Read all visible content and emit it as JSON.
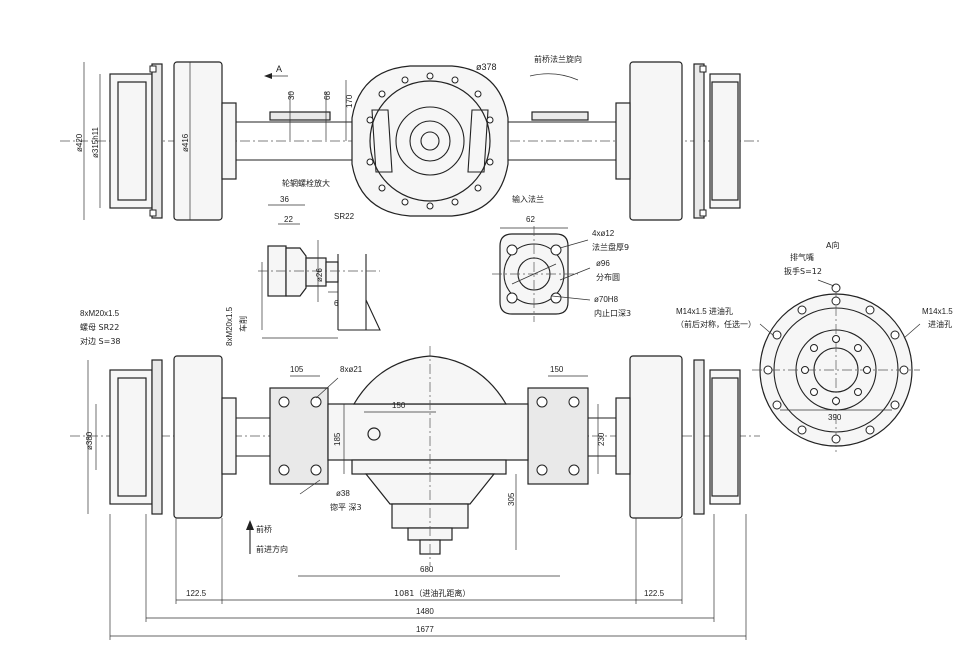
{
  "labels": {
    "dia_378": "ø378",
    "rot_dir": "前桥法兰旋向",
    "arrow_a": "A",
    "dim_30": "30",
    "dim_68": "68",
    "dim_170": "170",
    "dia_420": "ø420",
    "dia_315": "ø315h11",
    "dia_416": "ø416",
    "detail_title": "轮辋螺栓放大",
    "dim_36": "36",
    "dim_22": "22",
    "sr22": "SR22",
    "dia_26": "ø26",
    "dim_6": "6",
    "m20_side": "8xM20x1.5",
    "stud": "车削",
    "input_flange": "输入法兰",
    "dim_62": "62",
    "holes_4x12": "4xø12",
    "flange_thk": "法兰盘厚9",
    "dia_96": "ø96",
    "pcd": "分布圆",
    "dia_70": "ø70H8",
    "spigot": "内止口深3",
    "view_a": "A向",
    "vent": "排气嘴",
    "wrench12": "扳手S=12",
    "m14_left": "M14x1.5  进油孔",
    "m14_left_note": "（前后对称，任选一）",
    "m14_right": "M14x1.5",
    "oil_in_right": "进油孔",
    "dim_390": "390",
    "m20_note": "8xM20x1.5",
    "nut_sr22": "螺母 SR22",
    "wrench38": "对边 S=38",
    "dim_105": "105",
    "holes_8x21": "8xø21",
    "dim_150_top": "150",
    "dim_150_mid": "150",
    "dia_380": "ø380",
    "dim_185": "185",
    "dim_230": "230",
    "dia_38": "ø38",
    "spotface": "锪平 深3",
    "dim_305": "305",
    "front_axle": "前桥",
    "fwd_dir": "前进方向",
    "dim_680": "680",
    "dim_1225_l": "122.5",
    "dim_1081": "1081（进油孔距离）",
    "dim_1225_r": "122.5",
    "dim_1480": "1480",
    "dim_1677": "1677"
  }
}
